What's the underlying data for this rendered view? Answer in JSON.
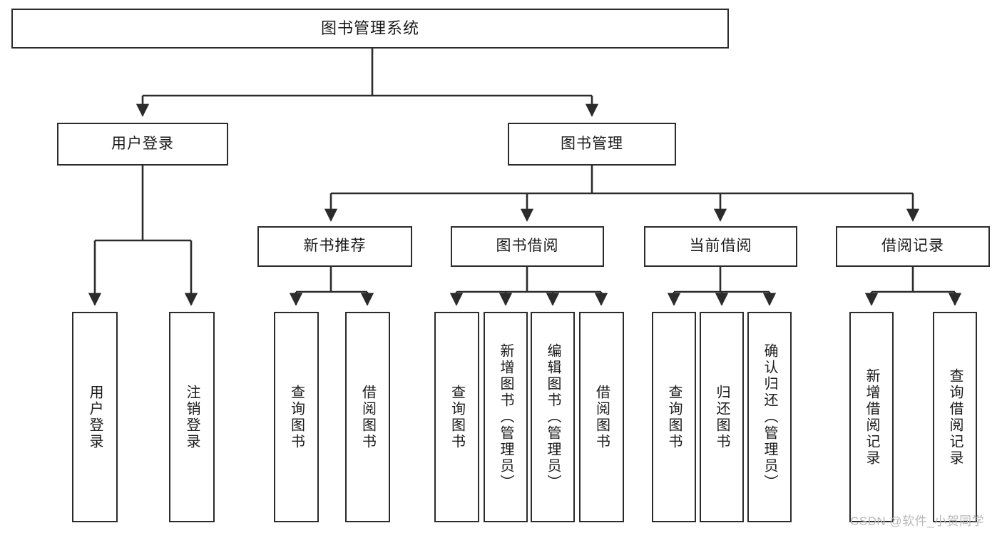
{
  "diagram": {
    "title": "图书管理系统",
    "type": "tree-hierarchy",
    "orientation": "top-down",
    "colors": {
      "stroke": "#2b2b2b",
      "fill": "#ffffff",
      "text": "#1a1a1a",
      "watermark": "#b9b9b9"
    }
  },
  "root": {
    "label": "图书管理系统"
  },
  "level1": [
    {
      "label": "用户登录"
    },
    {
      "label": "图书管理"
    }
  ],
  "level2": [
    {
      "label": "新书推荐"
    },
    {
      "label": "图书借阅"
    },
    {
      "label": "当前借阅"
    },
    {
      "label": "借阅记录"
    }
  ],
  "leaves": {
    "user_login": [
      {
        "label": "用户登录"
      },
      {
        "label": "注销登录"
      }
    ],
    "new_book_recommend": [
      {
        "label": "查询图书"
      },
      {
        "label": "借阅图书"
      }
    ],
    "book_borrow": [
      {
        "label": "查询图书"
      },
      {
        "label": "新增图书（管理员）"
      },
      {
        "label": "编辑图书（管理员）"
      },
      {
        "label": "借阅图书"
      }
    ],
    "current_borrow": [
      {
        "label": "查询图书"
      },
      {
        "label": "归还图书"
      },
      {
        "label": "确认归还（管理员）"
      }
    ],
    "borrow_record": [
      {
        "label": "新增借阅记录"
      },
      {
        "label": "查询借阅记录"
      }
    ]
  },
  "watermark": {
    "text": "CSDN @软件_小贺同学"
  }
}
